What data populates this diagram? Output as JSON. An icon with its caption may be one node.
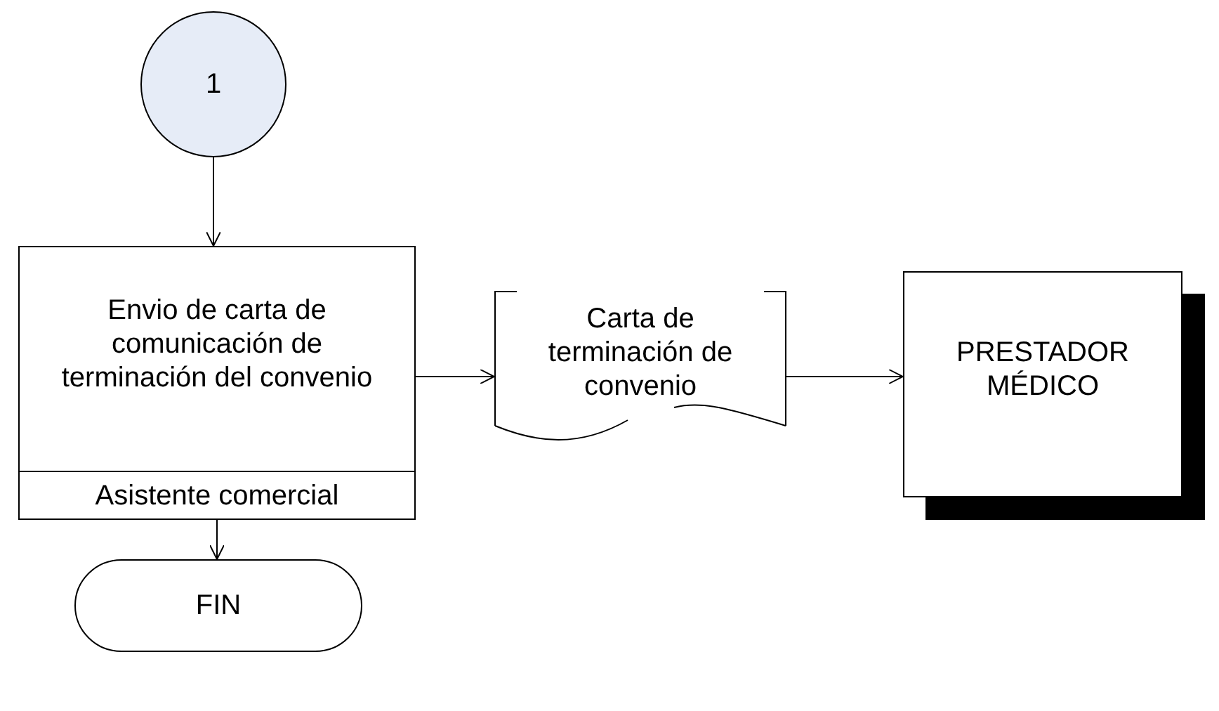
{
  "diagram": {
    "nodes": [
      {
        "text": [
          "1"
        ]
      },
      {
        "text": [
          "Envio de carta de comunicación de terminación del convenio",
          "Asistente comercial"
        ]
      },
      {
        "text": [
          "Carta de terminación de convenio"
        ]
      },
      {
        "text": [
          "PRESTADOR MÉDICO"
        ]
      },
      {
        "text": [
          "FIN"
        ]
      }
    ],
    "edges": [
      {
        "from": 0,
        "to": 1,
        "arrow": "to"
      },
      {
        "from": 1,
        "to": 2,
        "arrow": "to"
      },
      {
        "from": 2,
        "to": 3,
        "arrow": "to"
      },
      {
        "from": 1,
        "to": 4,
        "arrow": "to"
      }
    ]
  }
}
